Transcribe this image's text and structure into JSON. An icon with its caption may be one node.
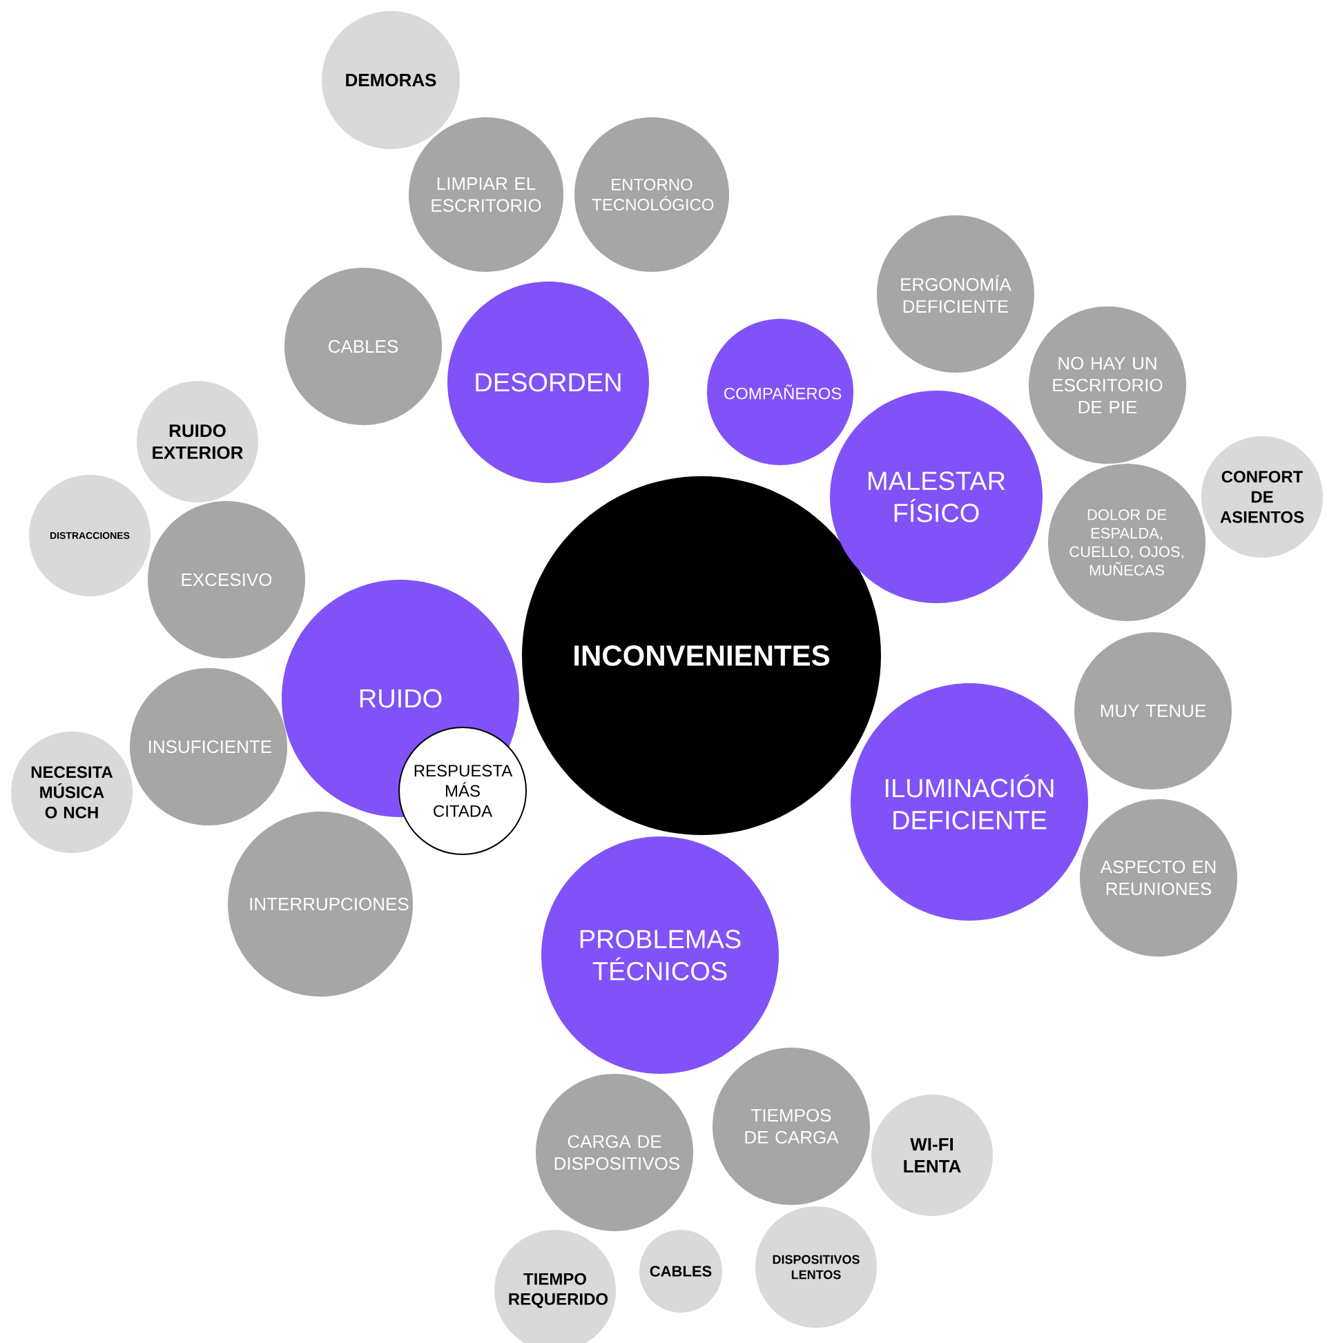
{
  "diagram": {
    "nodes": [
      {
        "text": [
          "INCONVENIENTES"
        ]
      },
      {
        "text": [
          "DESORDEN"
        ]
      },
      {
        "text": [
          "DEMORAS"
        ]
      },
      {
        "text": [
          "LIMPIAR EL ESCRITORIO"
        ]
      },
      {
        "text": [
          "ENTORNO TECNOLÓGICO"
        ]
      },
      {
        "text": [
          "CABLES"
        ]
      },
      {
        "text": [
          "COMPAÑEROS"
        ]
      },
      {
        "text": [
          "MALESTAR FÍSICO"
        ]
      },
      {
        "text": [
          "ERGONOMÍA DEFICIENTE"
        ]
      },
      {
        "text": [
          "NO HAY UN ESCRITORIO DE PIE"
        ]
      },
      {
        "text": [
          "CONFORT DE ASIENTOS"
        ]
      },
      {
        "text": [
          "DOLOR DE ESPALDA, CUELLO, OJOS, MUÑECAS"
        ]
      },
      {
        "text": [
          "RUIDO"
        ]
      },
      {
        "text": [
          "RUIDO EXTERIOR"
        ]
      },
      {
        "text": [
          "DISTRACCIONES"
        ]
      },
      {
        "text": [
          "EXCESIVO"
        ]
      },
      {
        "text": [
          "INSUFICIENTE"
        ]
      },
      {
        "text": [
          "NECESITA MÚSICA O NCH"
        ]
      },
      {
        "text": [
          "RESPUESTA MÁS CITADA"
        ]
      },
      {
        "text": [
          "INTERRUPCIONES"
        ]
      },
      {
        "text": [
          "ILUMINACIÓN DEFICIENTE"
        ]
      },
      {
        "text": [
          "MUY TENUE"
        ]
      },
      {
        "text": [
          "ASPECTO EN REUNIONES"
        ]
      },
      {
        "text": [
          "PROBLEMAS TÉCNICOS"
        ]
      },
      {
        "text": [
          "CARGA DE DISPOSITIVOS"
        ]
      },
      {
        "text": [
          "TIEMPOS DE CARGA"
        ]
      },
      {
        "text": [
          "WI-FI LENTA"
        ]
      },
      {
        "text": [
          "DISPOSITIVOS LENTOS"
        ]
      },
      {
        "text": [
          "CABLES"
        ]
      },
      {
        "text": [
          "TIEMPO REQUERIDO"
        ]
      }
    ]
  }
}
